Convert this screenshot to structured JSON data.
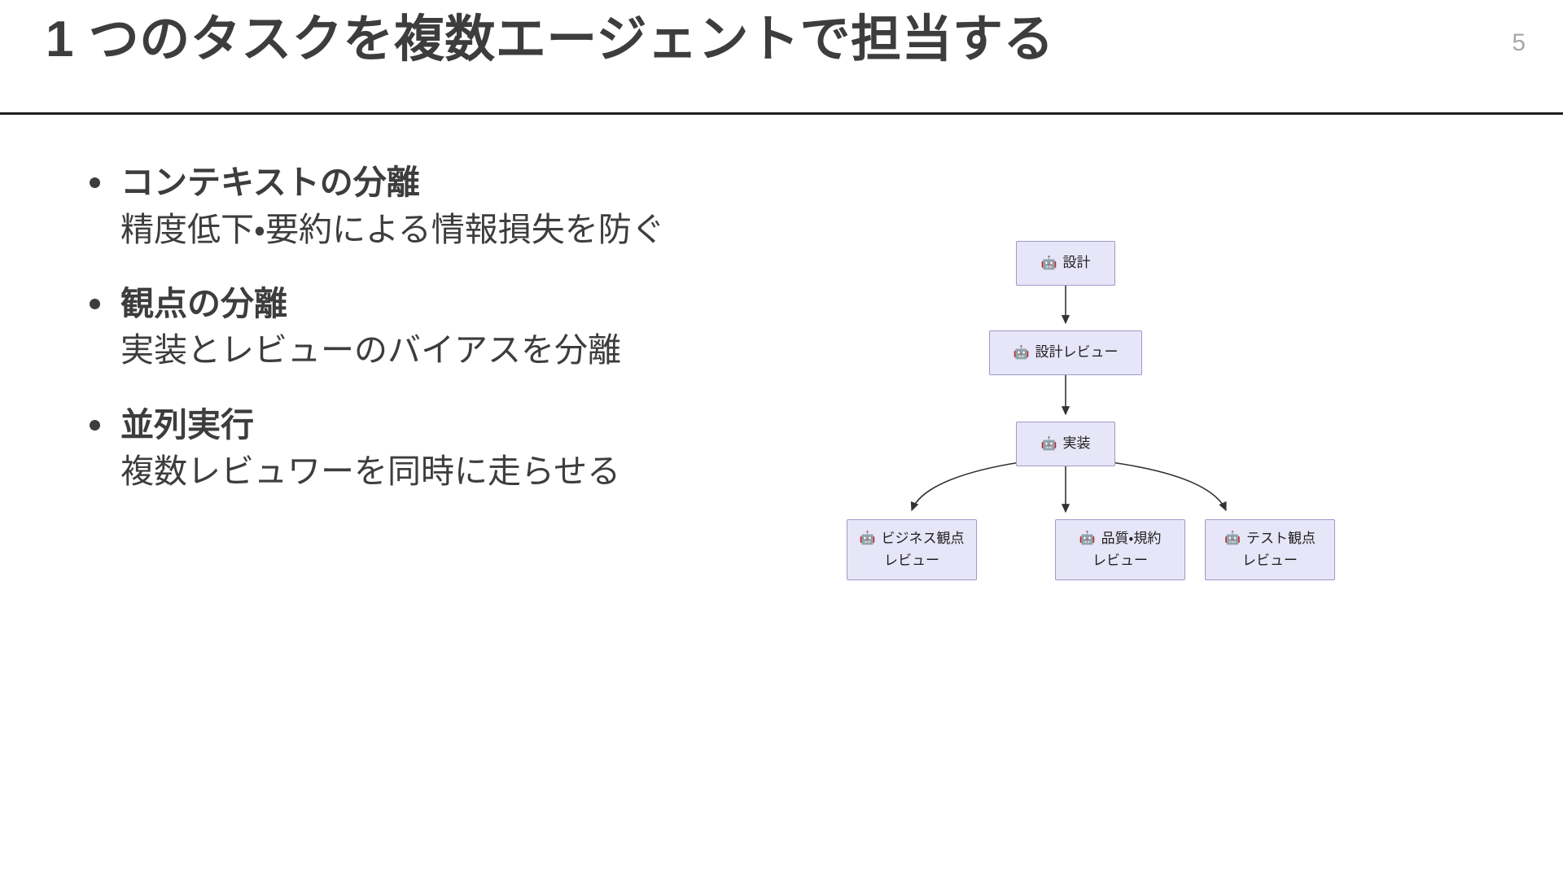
{
  "slide": {
    "title": "1 つのタスクを複数エージェントで担当する",
    "page_number": "5",
    "title_color": "#3d3d3d",
    "page_number_color": "#a8a8a8",
    "rule_color": "#1d1d1d",
    "background": "#ffffff"
  },
  "bullets": [
    {
      "heading": "コンテキストの分離",
      "body": "精度低下・要約による情報損失を防ぐ"
    },
    {
      "heading": "観点の分離",
      "body": "実装とレビューのバイアスを分離"
    },
    {
      "heading": "並列実行",
      "body": "複数レビュワーを同時に走らせる"
    }
  ],
  "diagram": {
    "node_fill": "#e7e6f8",
    "node_border": "#9e9ac8",
    "edge_color": "#333333",
    "emoji": "🤖",
    "nodes": {
      "design": {
        "label": "設計"
      },
      "design_rev": {
        "label": "設計レビュー"
      },
      "impl": {
        "label": "実装"
      },
      "biz": {
        "line1": "ビジネス観点",
        "line2": "レビュー"
      },
      "quality": {
        "line1": "品質・規約",
        "line2": "レビュー"
      },
      "test": {
        "line1": "テスト観点",
        "line2": "レビュー"
      }
    }
  }
}
